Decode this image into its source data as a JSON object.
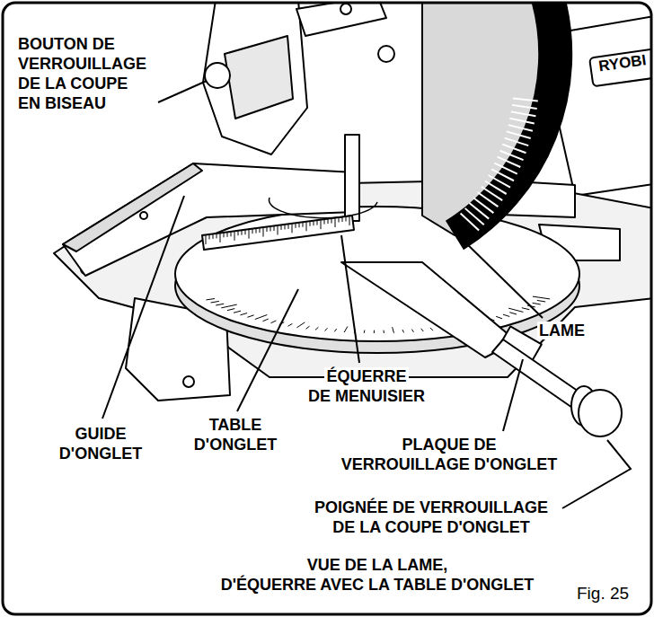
{
  "diagram": {
    "caption": "VUE DE LA LAME, D'ÉQUERRE AVEC LA TABLE D'ONGLET",
    "labels": [
      "BOUTON DE VERROUILLAGE DE LA COUPE EN BISEAU",
      "LAME",
      "ÉQUERRE DE MENUISIER",
      "GUIDE D'ONGLET",
      "TABLE D'ONGLET",
      "PLAQUE DE VERROUILLAGE D'ONGLET",
      "POIGNÉE DE VERROUILLAGE DE LA COUPE D'ONGLET",
      "RYOBI",
      "Fig. 25"
    ]
  }
}
